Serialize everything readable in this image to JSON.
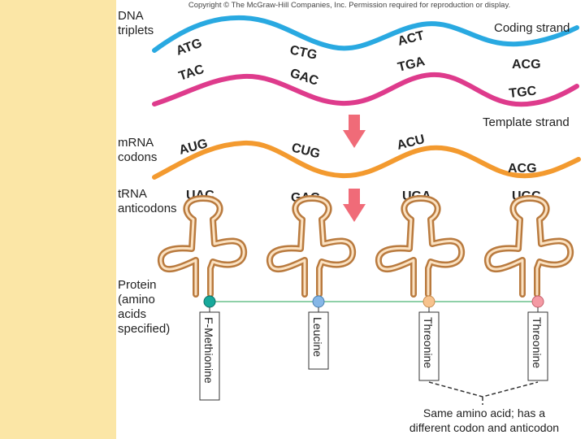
{
  "copyright": "Copyright © The McGraw-Hill Companies, Inc. Permission required for reproduction or display.",
  "labels": {
    "dna_line1": "DNA",
    "dna_line2": "triplets",
    "coding_strand": "Coding strand",
    "template_strand": "Template strand",
    "mrna_line1": "mRNA",
    "mrna_line2": "codons",
    "trna_line1": "tRNA",
    "trna_line2": "anticodons",
    "protein_line1": "Protein",
    "protein_line2": "(amino",
    "protein_line3": "acids",
    "protein_line4": "specified)"
  },
  "coding_triplets": [
    "ATG",
    "CTG",
    "ACT",
    "ACG"
  ],
  "template_triplets": [
    "TAC",
    "GAC",
    "TGA",
    "TGC"
  ],
  "mrna_codons": [
    "AUG",
    "CUG",
    "ACU",
    "ACG"
  ],
  "trna_anticodons": [
    "UAC",
    "GAC",
    "UGA",
    "UGC"
  ],
  "amino_acids": [
    "F-Methionine",
    "Leucine",
    "Threonine",
    "Threonine"
  ],
  "note_line1": "Same amino acid; has a",
  "note_line2": "different codon and anticodon",
  "colors": {
    "background_band": "#fbe6a6",
    "coding_strand": "#29a9e1",
    "template_strand": "#de3b8c",
    "mrna": "#f39a2f",
    "arrow": "#f06b78",
    "trna": "#b97a3e",
    "amino_line": "#8fd0a8",
    "aa_1": "#17a99b",
    "aa_2": "#86b7e7",
    "aa_3": "#f7c38e",
    "aa_4": "#f49aa4"
  }
}
